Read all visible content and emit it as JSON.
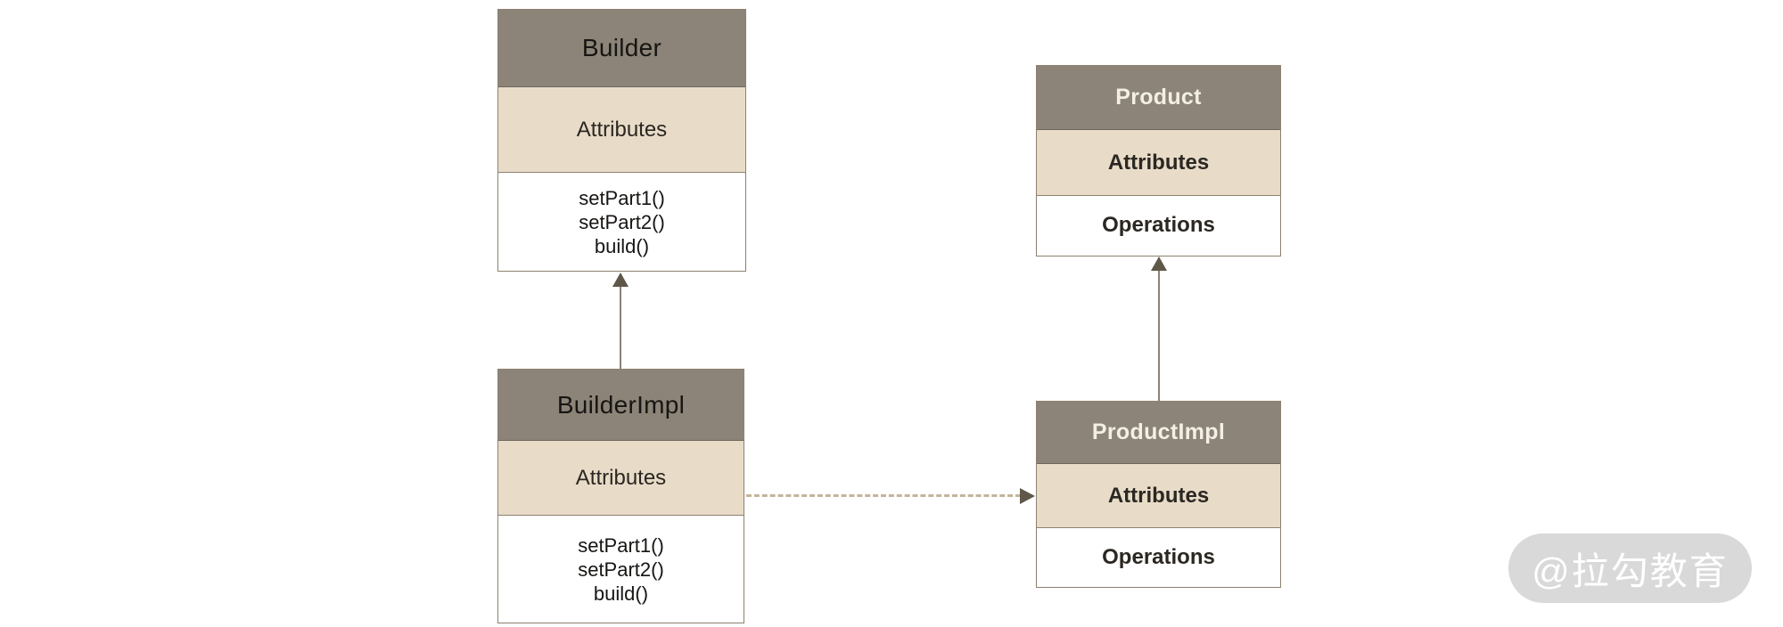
{
  "diagram": {
    "title_hint": "Builder pattern UML class diagram",
    "classes": [
      {
        "id": "builder",
        "title": "Builder",
        "attributes_label": "Attributes",
        "methods": [
          "setPart1()",
          "setPart2()",
          "build()"
        ]
      },
      {
        "id": "product",
        "title": "Product",
        "attributes_label": "Attributes",
        "operations_label": "Operations"
      },
      {
        "id": "builderimpl",
        "title": "BuilderImpl",
        "attributes_label": "Attributes",
        "methods": [
          "setPart1()",
          "setPart2()",
          "build()"
        ]
      },
      {
        "id": "productimpl",
        "title": "ProductImpl",
        "attributes_label": "Attributes",
        "operations_label": "Operations"
      }
    ],
    "relations": [
      {
        "from": "BuilderImpl",
        "to": "Builder",
        "style": "solid",
        "arrow": "filled-triangle-up"
      },
      {
        "from": "ProductImpl",
        "to": "Product",
        "style": "solid",
        "arrow": "filled-triangle-up"
      },
      {
        "from": "BuilderImpl",
        "to": "ProductImpl",
        "style": "dashed",
        "arrow": "filled-triangle-right"
      }
    ]
  },
  "watermark": {
    "text": "@拉勾教育"
  },
  "colors": {
    "header_bg": "#8c8478",
    "attributes_bg": "#e8dcc8",
    "operations_bg": "#ffffff",
    "border": "#8d8070",
    "line": "#8b8275",
    "arrowhead": "#5f5748",
    "dash": "#c2b49b",
    "watermark_bg": "#d9d9d9",
    "watermark_text": "#ffffff"
  }
}
